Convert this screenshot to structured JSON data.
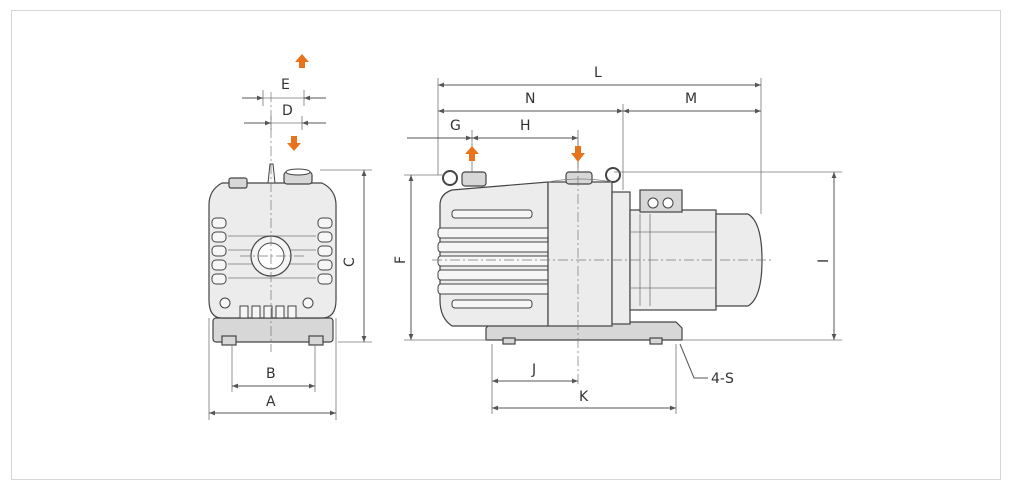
{
  "labels": {
    "A": "A",
    "B": "B",
    "C": "C",
    "D": "D",
    "E": "E",
    "F": "F",
    "G": "G",
    "H": "H",
    "I": "I",
    "J": "J",
    "K": "K",
    "L": "L",
    "M": "M",
    "N": "N",
    "S": "4-S"
  },
  "colors": {
    "arrow": "#e8731c",
    "line": "#555555",
    "body": "#ececec"
  }
}
